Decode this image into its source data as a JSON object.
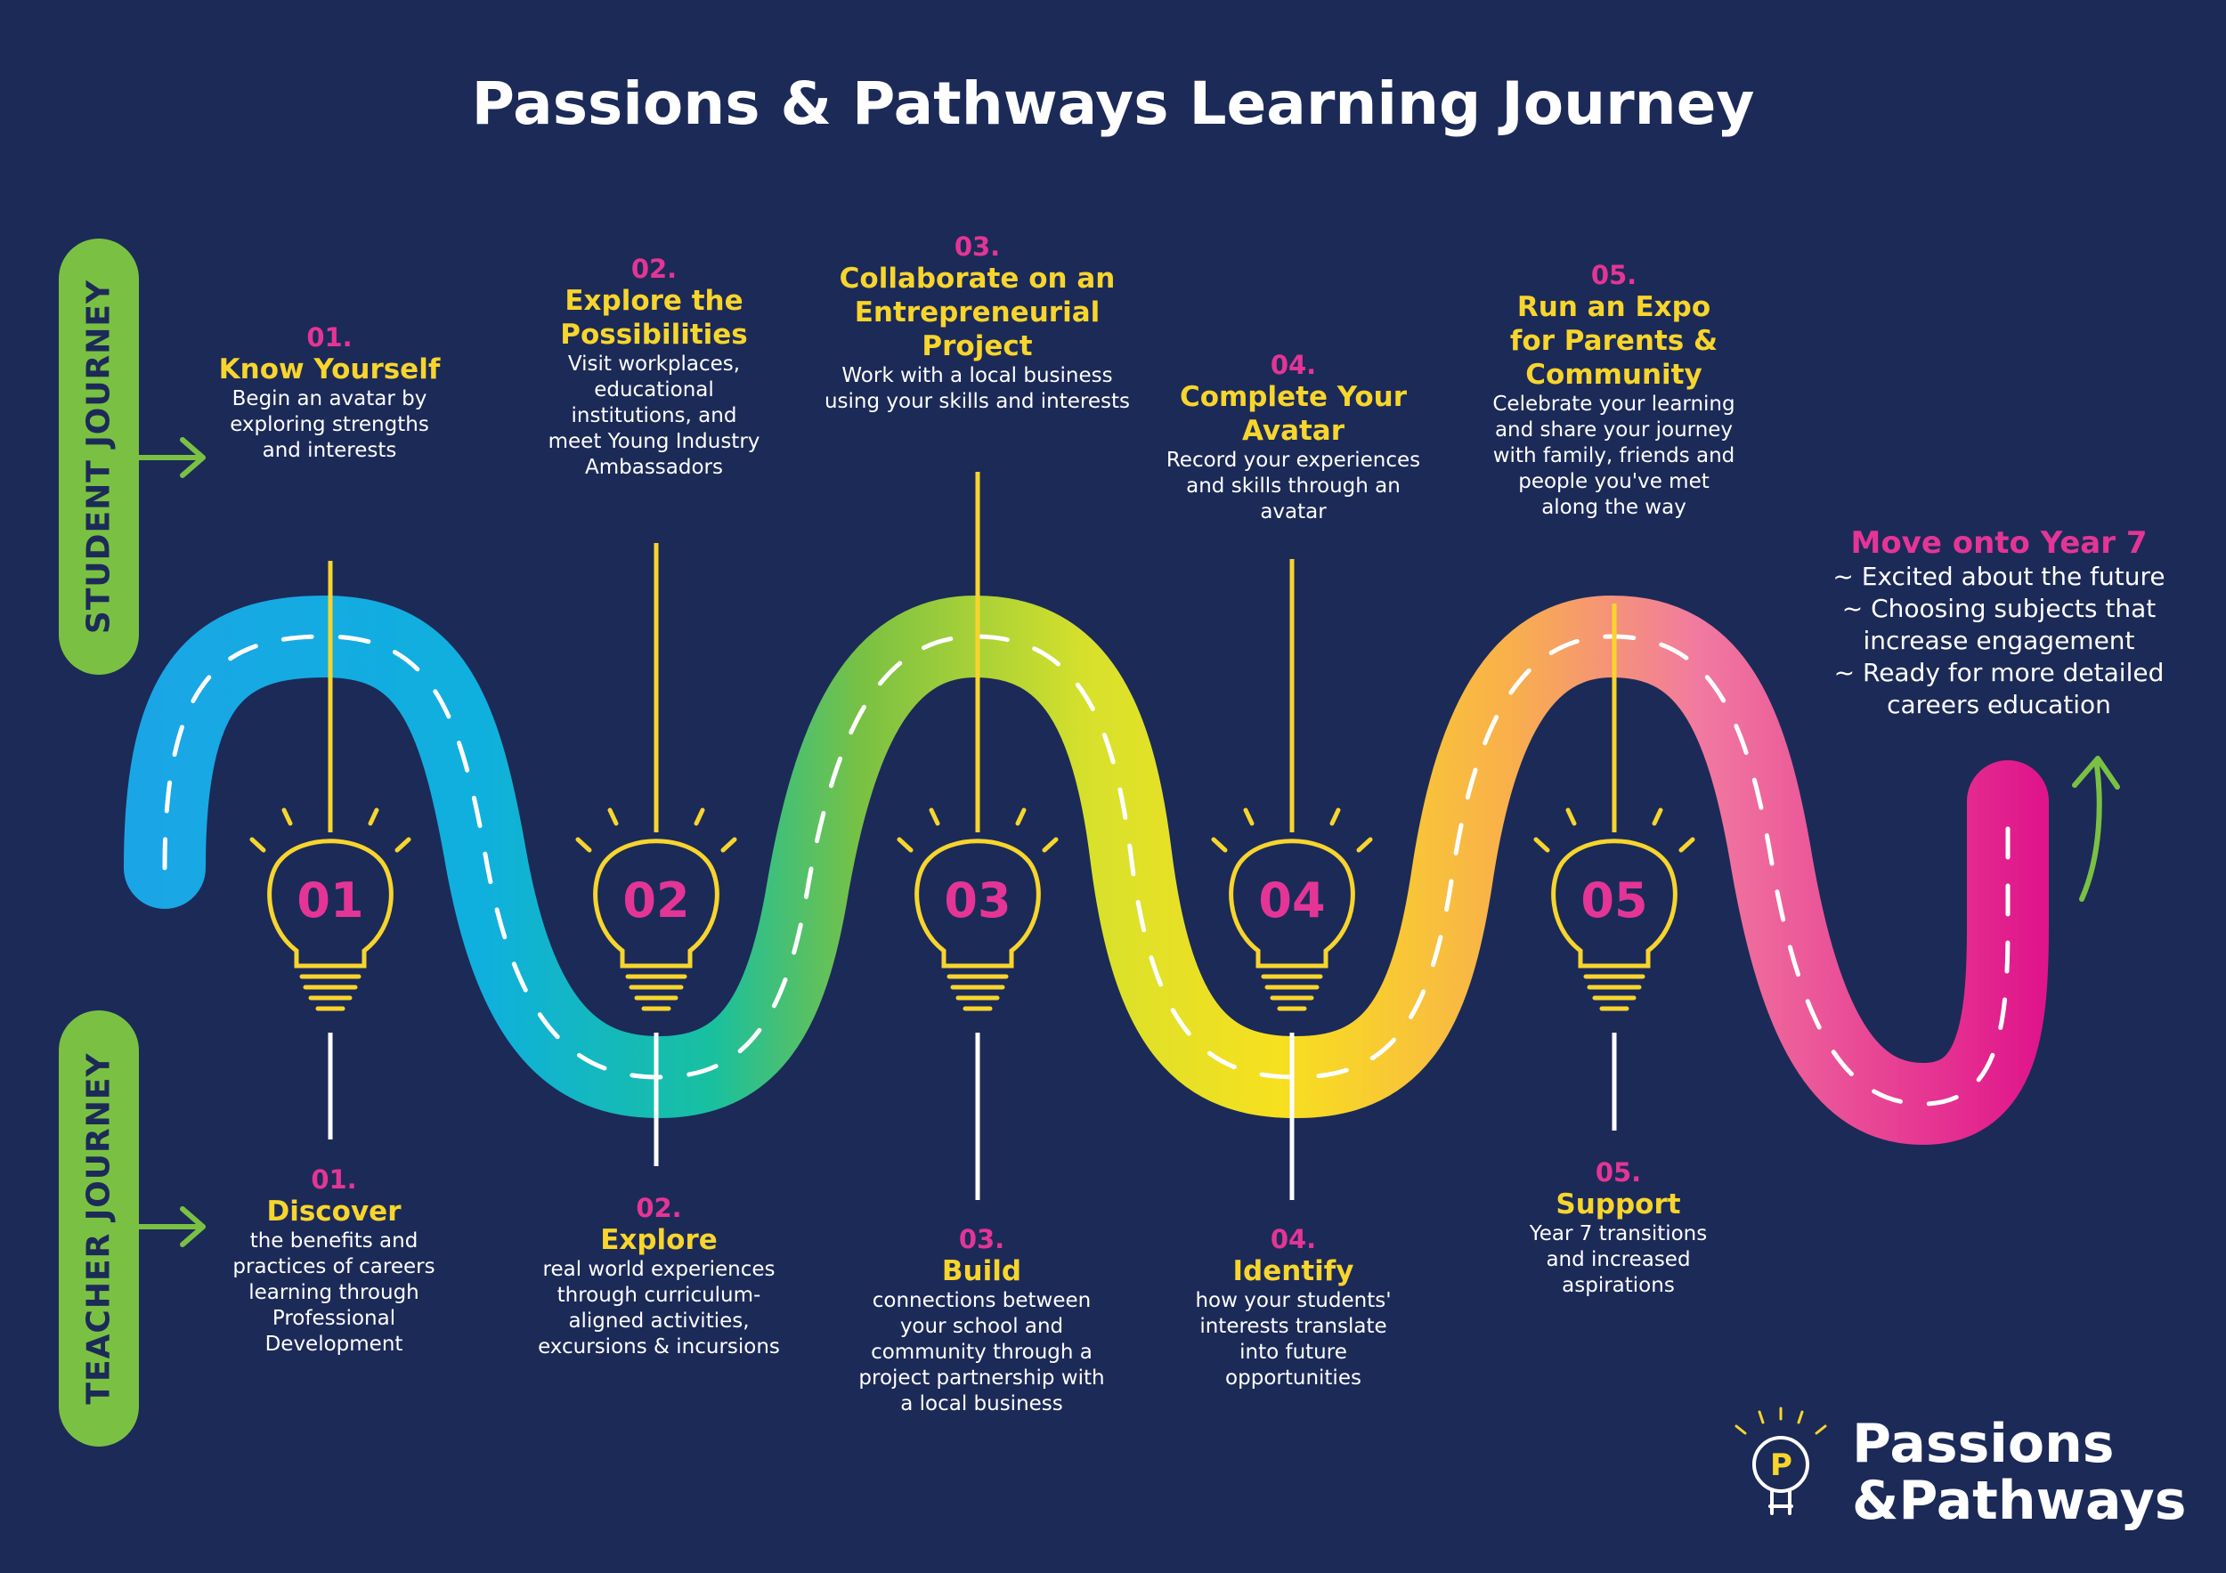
{
  "title": "Passions & Pathways Learning Journey",
  "student_label": "STUDENT JOURNEY",
  "teacher_label": "TEACHER JOURNEY",
  "bulbs": [
    "01",
    "02",
    "03",
    "04",
    "05"
  ],
  "student_steps": [
    {
      "num": "01.",
      "heading": "Know Yourself",
      "desc": "Begin an avatar by exploring strengths and interests"
    },
    {
      "num": "02.",
      "heading": "Explore the Possibilities",
      "desc": "Visit workplaces, educational institutions, and meet Young Industry Ambassadors"
    },
    {
      "num": "03.",
      "heading": "Collaborate on an Entrepreneurial Project",
      "desc": "Work with a local business using your skills and interests"
    },
    {
      "num": "04.",
      "heading": "Complete Your Avatar",
      "desc": "Record your experiences and skills through an avatar"
    },
    {
      "num": "05.",
      "heading": "Run an Expo for Parents & Community",
      "desc": "Celebrate your learning and share your journey with family, friends and people you've met along the way"
    }
  ],
  "teacher_steps": [
    {
      "num": "01.",
      "heading": "Discover",
      "desc": "the benefits and practices of careers learning through Professional Development"
    },
    {
      "num": "02.",
      "heading": "Explore",
      "desc": "real world experiences through curriculum-aligned activities, excursions & incursions"
    },
    {
      "num": "03.",
      "heading": "Build",
      "desc": "connections between your school and community through a project partnership with a local business"
    },
    {
      "num": "04.",
      "heading": "Identify",
      "desc": "how your students' interests translate into future opportunities"
    },
    {
      "num": "05.",
      "heading": "Support",
      "desc": "Year 7 transitions and increased aspirations"
    }
  ],
  "final": {
    "heading": "Move onto Year 7",
    "lines": [
      "~ Excited about the future",
      "~ Choosing subjects that",
      "increase engagement",
      "~ Ready for more detailed",
      "careers education"
    ]
  },
  "logo": {
    "line1": "Passions",
    "line2": "&Pathways"
  },
  "colors": {
    "background": "#1c2a58",
    "yellow": "#f7d52c",
    "pink": "#e43596",
    "green": "#7ac143",
    "road_gradient": [
      "#1aa6e6",
      "#0fb0dd",
      "#18c0a0",
      "#7ac143",
      "#d8e12b",
      "#f7e01f",
      "#f9b04a",
      "#f17aa0",
      "#e0158b"
    ]
  }
}
